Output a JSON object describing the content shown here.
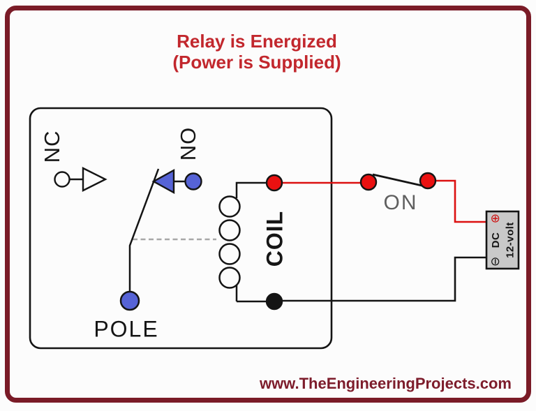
{
  "title": {
    "line1": "Relay is Energized",
    "line2": "(Power is Supplied)"
  },
  "relay_box": {
    "nc_label": "NC",
    "no_label": "NO",
    "coil_label": "COIL",
    "pole_label": "POLE"
  },
  "power_switch": {
    "label": "ON"
  },
  "battery": {
    "plus_symbol": "⊕",
    "minus_symbol": "⊖",
    "dc_label": "DC",
    "voltage_label": "12-volt"
  },
  "footer": {
    "website_label": "www.TheEngineeringProjects.com"
  },
  "colors": {
    "frame_maroon": "#7a1b27",
    "title_red": "#c2272d",
    "footer_maroon": "#7d1c2b",
    "wire_live_red": "#dc1111",
    "terminal_red": "#ea1111",
    "wire_return_black": "#141414",
    "terminal_blue": "#5663d6",
    "battery_fill_gray": "#c9c9c9",
    "switch_label_gray": "#5f5f5f",
    "link_dash_gray": "#a8a8a8"
  }
}
